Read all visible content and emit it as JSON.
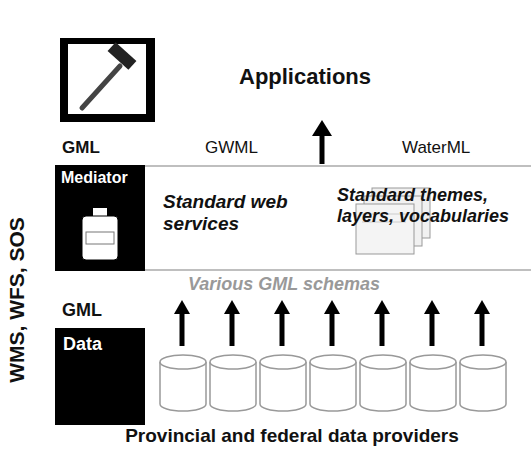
{
  "diagram": {
    "nodes": [
      {
        "text": [
          "Standard web services",
          "Standard themes, layers, vocabularies"
        ]
      },
      {
        "text": [
          "Mediator"
        ],
        "in": 0
      },
      {
        "text": [
          "Data"
        ]
      }
    ],
    "labels": [
      "Applications",
      "GML",
      "GWML",
      "WaterML",
      "WMS, WFS, SOS",
      "Various GML schemas",
      "GML",
      "Provincial and federal data providers"
    ]
  }
}
